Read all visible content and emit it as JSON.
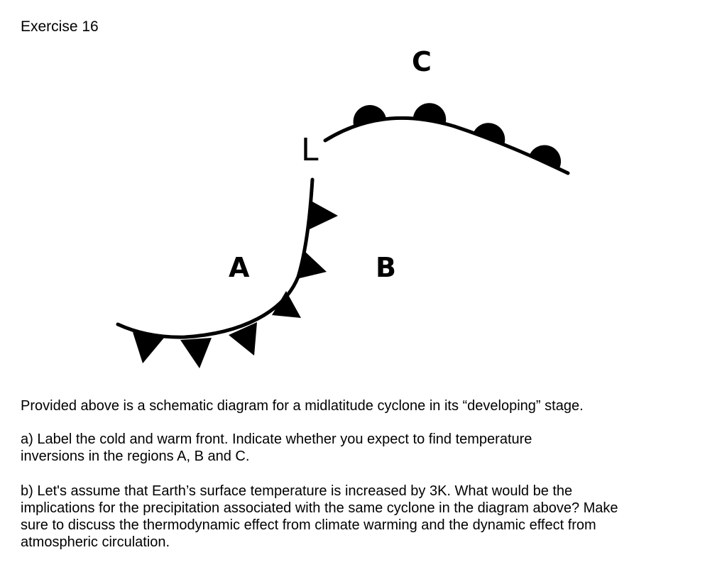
{
  "title": "Exercise 16",
  "diagram": {
    "low_label": "L",
    "region_a": "A",
    "region_b": "B",
    "region_c": "C",
    "front_color": "#000000"
  },
  "text": {
    "intro": "Provided above is a schematic diagram for a midlatitude cyclone in its “developing” stage.",
    "question_a_line1": "a) Label the cold and warm front. Indicate whether you expect to find temperature",
    "question_a_line2": "inversions in the regions A, B and C.",
    "question_b_line1": "b) Let's assume that Earth’s surface temperature is increased by 3K. What would be the",
    "question_b_line2": "implications for the precipitation associated with the same cyclone in the diagram above? Make",
    "question_b_line3": "sure to discuss the thermodynamic effect from climate warming and the dynamic effect from",
    "question_b_line4": "atmospheric circulation."
  }
}
